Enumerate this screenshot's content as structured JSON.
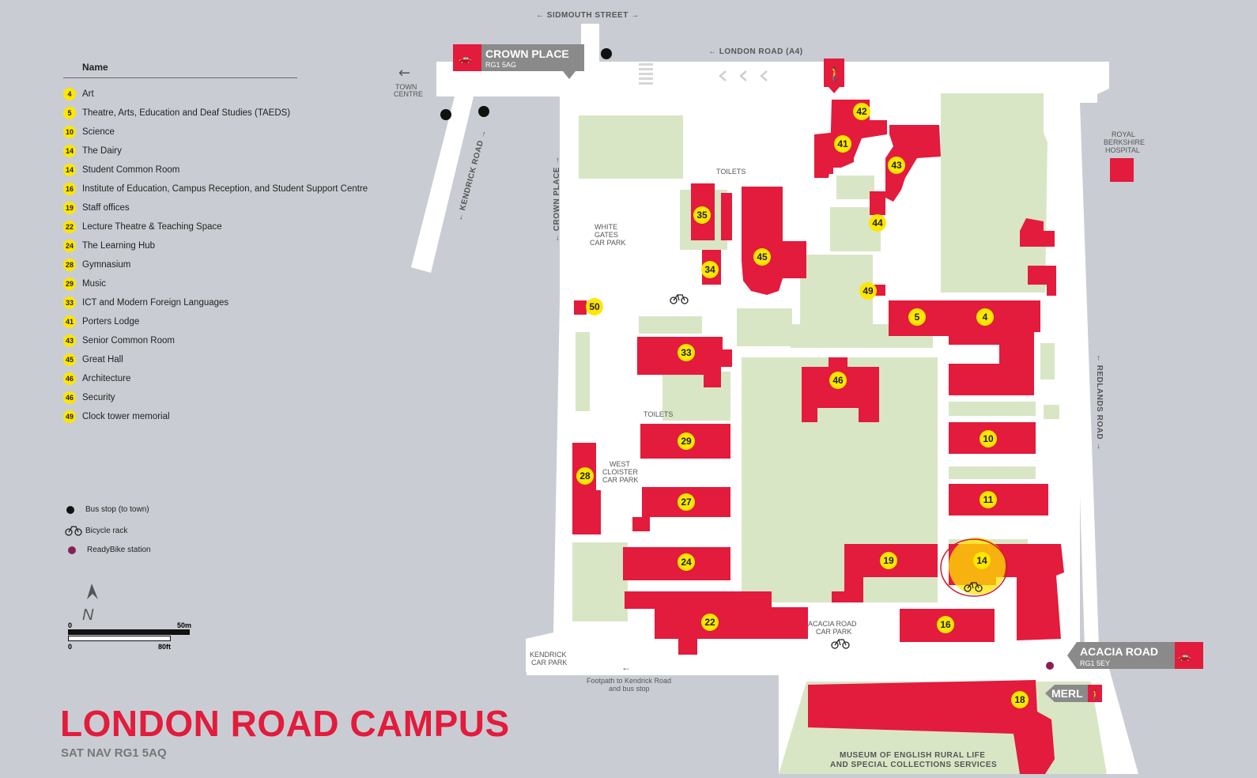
{
  "legend": {
    "header": "Name",
    "items": [
      {
        "num": "4",
        "name": "Art"
      },
      {
        "num": "5",
        "name": "Theatre, Arts, Education and Deaf Studies (TAEDS)"
      },
      {
        "num": "10",
        "name": "Science"
      },
      {
        "num": "14",
        "name": "The Dairy"
      },
      {
        "num": "14",
        "name": "Student Common Room"
      },
      {
        "num": "16",
        "name": "Institute of Education, Campus Reception, and Student Support Centre"
      },
      {
        "num": "19",
        "name": "Staff offices"
      },
      {
        "num": "22",
        "name": "Lecture Theatre & Teaching Space"
      },
      {
        "num": "24",
        "name": "The Learning Hub"
      },
      {
        "num": "28",
        "name": "Gymnasium"
      },
      {
        "num": "29",
        "name": "Music"
      },
      {
        "num": "33",
        "name": "ICT and Modern Foreign Languages"
      },
      {
        "num": "41",
        "name": "Porters Lodge"
      },
      {
        "num": "43",
        "name": "Senior Common Room"
      },
      {
        "num": "45",
        "name": "Great Hall"
      },
      {
        "num": "46",
        "name": "Architecture"
      },
      {
        "num": "46",
        "name": "Security"
      },
      {
        "num": "49",
        "name": "Clock tower memorial"
      }
    ]
  },
  "key": {
    "bus_stop": "Bus stop (to town)",
    "bicycle_rack": "Bicycle rack",
    "readybike": "ReadyBike station"
  },
  "scale": {
    "zero_top": "0",
    "metres": "50m",
    "zero_bottom": "0",
    "feet": "80ft"
  },
  "north": "N",
  "title": "LONDON ROAD CAMPUS",
  "subtitle": "SAT NAV RG1 5AQ",
  "roads": {
    "sidmouth": "SIDMOUTH STREET",
    "london_road": "LONDON ROAD (A4)",
    "kendrick_road": "KENDRICK ROAD",
    "crown_place_road": "CROWN PLACE",
    "redlands_road": "REDLANDS ROAD",
    "town_centre_1": "TOWN",
    "town_centre_2": "CENTRE"
  },
  "places": {
    "crown_place": "CROWN PLACE",
    "crown_place_postcode": "RG1 5AG",
    "acacia_road": "ACACIA ROAD",
    "acacia_road_postcode": "RG1 5EY",
    "merl": "MERL",
    "white_gates_1": "WHITE",
    "white_gates_2": "GATES",
    "white_gates_3": "CAR PARK",
    "west_cloister_1": "WEST",
    "west_cloister_2": "CLOISTER",
    "west_cloister_3": "CAR PARK",
    "acacia_car_park_1": "ACACIA ROAD",
    "acacia_car_park_2": "CAR PARK",
    "kendrick_car_park_1": "KENDRICK",
    "kendrick_car_park_2": "CAR PARK",
    "royal_berkshire_1": "ROYAL",
    "royal_berkshire_2": "BERKSHIRE",
    "royal_berkshire_3": "HOSPITAL",
    "footpath_1": "Footpath to Kendrick Road",
    "footpath_2": "and bus stop",
    "toilets_1": "TOILETS",
    "toilets_2": "TOILETS",
    "merl_full_1": "MUSEUM OF ENGLISH RURAL LIFE",
    "merl_full_2": "AND SPECIAL COLLECTIONS SERVICES"
  },
  "markers": [
    "42",
    "41",
    "43",
    "35",
    "45",
    "44",
    "34",
    "49",
    "50",
    "5",
    "4",
    "33",
    "46",
    "10",
    "29",
    "28",
    "11",
    "27",
    "24",
    "19",
    "14",
    "22",
    "16",
    "18"
  ],
  "colors": {
    "building": "#e31b3c",
    "grass": "#d9e6c6",
    "path": "#ffffff",
    "background": "#c9cdd3",
    "marker": "#ffe600",
    "highlight": "#ffe600"
  }
}
